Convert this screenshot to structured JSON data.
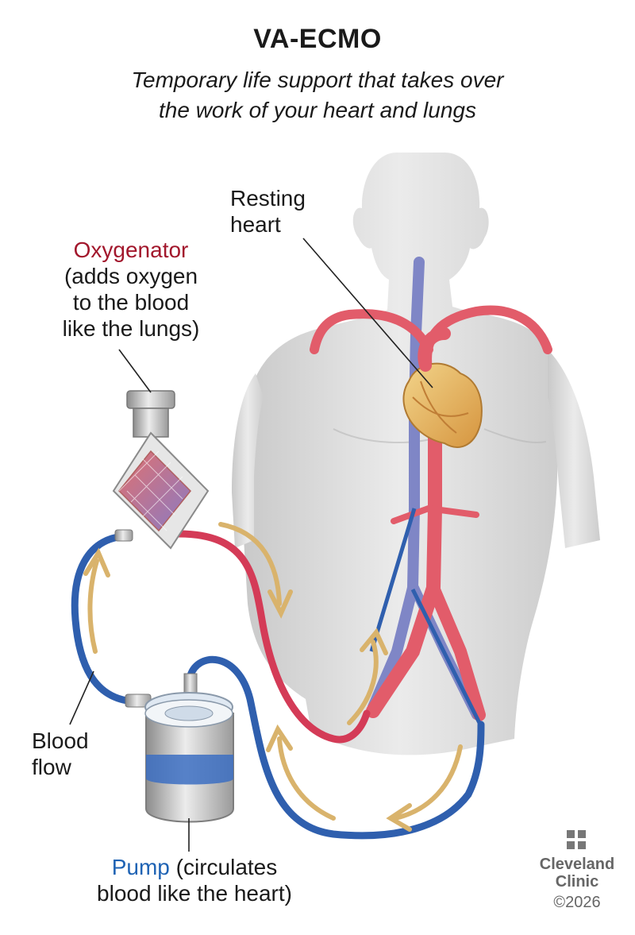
{
  "title": "VA-ECMO",
  "subtitle_line1": "Temporary life support that takes over",
  "subtitle_line2": "the work of your heart and lungs",
  "labels": {
    "heart_line1": "Resting",
    "heart_line2": "heart",
    "oxygenator_name": "Oxygenator",
    "oxygenator_desc1": "(adds oxygen",
    "oxygenator_desc2": "to the blood",
    "oxygenator_desc3": "like the lungs)",
    "flow_line1": "Blood",
    "flow_line2": "flow",
    "pump_name": "Pump",
    "pump_desc1": " (circulates",
    "pump_desc2": "blood like the heart)"
  },
  "logo": {
    "line1": "Cleveland",
    "line2": "Clinic",
    "copyright": "©2026"
  },
  "colors": {
    "oxygenated": "#d43b57",
    "deoxygenated": "#2f5fae",
    "flow_arrow": "#d9b36c",
    "oxygenator_accent": "#a2172c",
    "pump_accent": "#1f63b4"
  }
}
